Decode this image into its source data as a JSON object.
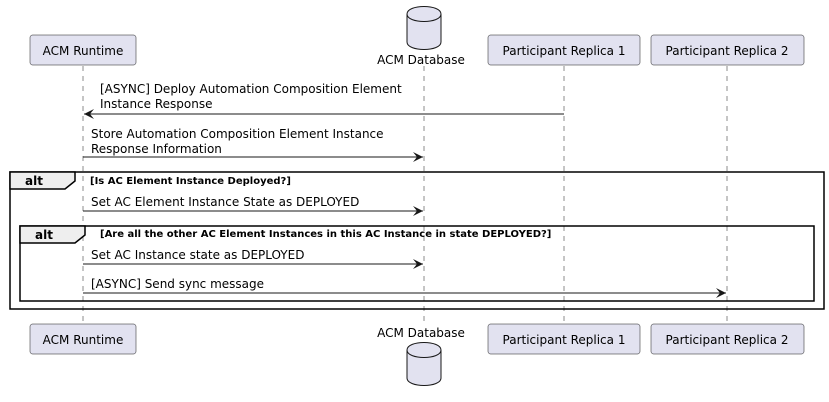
{
  "participants": {
    "runtime": "ACM Runtime",
    "database": "ACM Database",
    "replica1": "Participant Replica 1",
    "replica2": "Participant Replica 2"
  },
  "messages": {
    "m1_line1": "[ASYNC] Deploy Automation Composition Element",
    "m1_line2": "Instance Response",
    "m2_line1": "Store Automation Composition Element Instance",
    "m2_line2": "Response Information",
    "m3": "Set AC Element Instance State as DEPLOYED",
    "m4": "Set AC Instance state as DEPLOYED",
    "m5": "[ASYNC] Send sync message"
  },
  "groups": {
    "outer": {
      "keyword": "alt",
      "condition": "[Is AC Element Instance Deployed?]"
    },
    "inner": {
      "keyword": "alt",
      "condition": "[Are all the other AC Element Instances in this AC Instance in state DEPLOYED?]"
    }
  },
  "colors": {
    "participant_fill": "#E2E2F0",
    "participant_border": "#181818",
    "lifeline": "#181818",
    "arrow": "#181818",
    "group_tab": "#EEEEEE"
  }
}
